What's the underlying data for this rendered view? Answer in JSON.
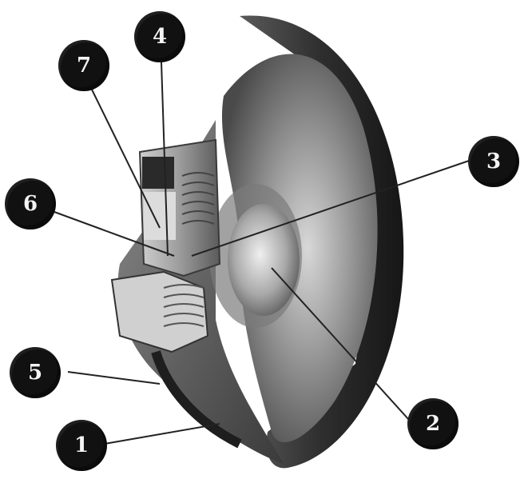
{
  "callouts": [
    {
      "id": "1",
      "label": "1"
    },
    {
      "id": "2",
      "label": "2"
    },
    {
      "id": "3",
      "label": "3"
    },
    {
      "id": "4",
      "label": "4"
    },
    {
      "id": "5",
      "label": "5"
    },
    {
      "id": "6",
      "label": "6"
    },
    {
      "id": "7",
      "label": "7"
    }
  ],
  "colors": {
    "background": "#ffffff",
    "callout_fill": "#111111",
    "callout_text": "#f4f4f4",
    "leader_line": "#222222"
  }
}
